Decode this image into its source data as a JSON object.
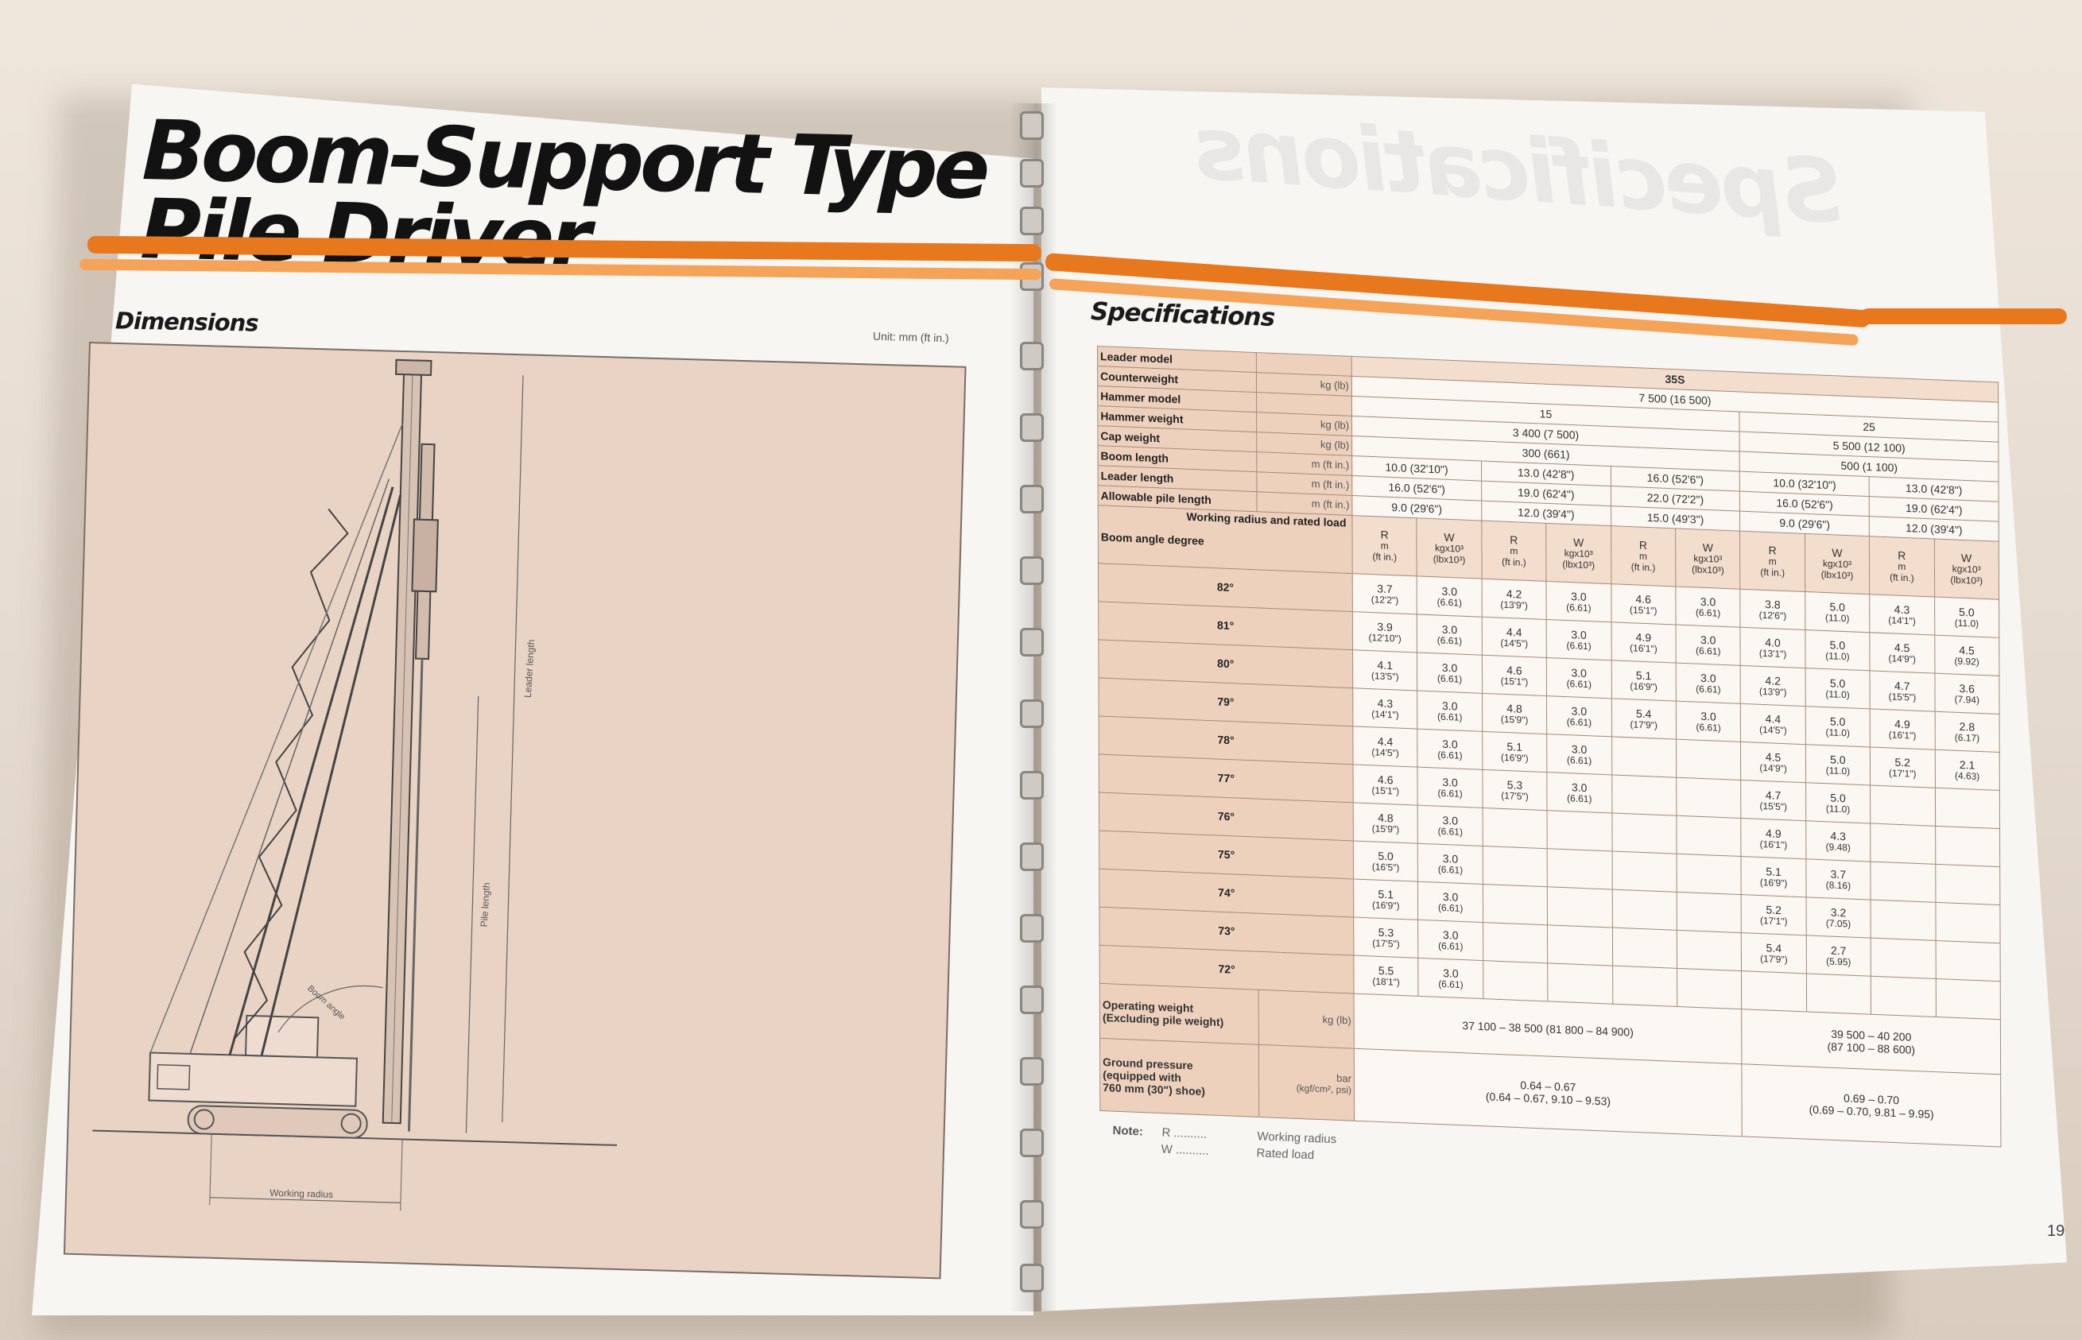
{
  "brochure": {
    "title": "Boom-Support Type\nPile Driver",
    "page_number": "19",
    "accent_colors": {
      "orange": "#e8781e",
      "light_orange": "#f4a358",
      "drawing_background": "#e9d3c5"
    }
  },
  "dimensions": {
    "heading": "Dimensions",
    "unit": "Unit: mm (ft in.)",
    "drawing": {
      "description_icon": "crawler-pile-driver-drawing",
      "labels": {
        "leader_length": "Leader length",
        "pile_length": "Pile length",
        "working_radius": "Working radius",
        "boom_angle": "Boom angle"
      }
    }
  },
  "specifications": {
    "heading": "Specifications",
    "row_labels": {
      "leader_model": "Leader model",
      "counterweight": "Counterweight",
      "hammer_model": "Hammer model",
      "hammer_weight": "Hammer weight",
      "cap_weight": "Cap weight",
      "boom_length": "Boom length",
      "leader_length": "Leader length",
      "allowable_pile_length": "Allowable pile length",
      "working_radius_load": "Working radius and rated load",
      "boom_angle_degree": "Boom angle degree",
      "operating_weight": "Operating weight",
      "operating_weight_sub": "(Excluding pile weight)",
      "ground_pressure": "Ground pressure",
      "ground_pressure_sub": "(equipped with",
      "ground_pressure_sub2": "760 mm (30\") shoe)"
    },
    "units": {
      "counterweight": "kg (lb)",
      "hammer_weight": "kg (lb)",
      "cap_weight": "kg (lb)",
      "boom_length": "m (ft in.)",
      "leader_length": "m (ft in.)",
      "allowable_pile_length": "m (ft in.)",
      "operating_weight": "kg (lb)",
      "ground_pressure": "bar",
      "ground_pressure_alt": "(kgf/cm², psi)"
    },
    "values": {
      "leader_model": "35S",
      "counterweight": "7 500 (16 500)",
      "hammer_models": [
        "15",
        "25"
      ],
      "hammer_weights": [
        "3 400 (7 500)",
        "5 500 (12 100)"
      ],
      "cap_weights": [
        "300 (661)",
        "500 (1 100)"
      ],
      "boom_lengths": [
        "10.0 (32'10\")",
        "13.0 (42'8\")",
        "16.0 (52'6\")",
        "10.0 (32'10\")",
        "13.0 (42'8\")"
      ],
      "leader_lengths": [
        "16.0 (52'6\")",
        "19.0 (62'4\")",
        "22.0 (72'2\")",
        "16.0 (52'6\")",
        "19.0 (62'4\")"
      ],
      "pile_lengths": [
        "9.0 (29'6\")",
        "12.0 (39'4\")",
        "15.0 (49'3\")",
        "9.0 (29'6\")",
        "12.0 (39'4\")"
      ]
    },
    "rw_header": {
      "r": "R",
      "r_unit": "m",
      "r_alt": "(ft in.)",
      "w": "W",
      "w_unit": "kgx10³",
      "w_alt": "(lbx10³)"
    },
    "load_rows": [
      {
        "angle": "82°",
        "cells": [
          [
            "3.7",
            "(12'2\")"
          ],
          [
            "3.0",
            "(6.61)"
          ],
          [
            "4.2",
            "(13'9\")"
          ],
          [
            "3.0",
            "(6.61)"
          ],
          [
            "4.6",
            "(15'1\")"
          ],
          [
            "3.0",
            "(6.61)"
          ],
          [
            "3.8",
            "(12'6\")"
          ],
          [
            "5.0",
            "(11.0)"
          ],
          [
            "4.3",
            "(14'1\")"
          ],
          [
            "5.0",
            "(11.0)"
          ]
        ]
      },
      {
        "angle": "81°",
        "cells": [
          [
            "3.9",
            "(12'10\")"
          ],
          [
            "3.0",
            "(6.61)"
          ],
          [
            "4.4",
            "(14'5\")"
          ],
          [
            "3.0",
            "(6.61)"
          ],
          [
            "4.9",
            "(16'1\")"
          ],
          [
            "3.0",
            "(6.61)"
          ],
          [
            "4.0",
            "(13'1\")"
          ],
          [
            "5.0",
            "(11.0)"
          ],
          [
            "4.5",
            "(14'9\")"
          ],
          [
            "4.5",
            "(9.92)"
          ]
        ]
      },
      {
        "angle": "80°",
        "cells": [
          [
            "4.1",
            "(13'5\")"
          ],
          [
            "3.0",
            "(6.61)"
          ],
          [
            "4.6",
            "(15'1\")"
          ],
          [
            "3.0",
            "(6.61)"
          ],
          [
            "5.1",
            "(16'9\")"
          ],
          [
            "3.0",
            "(6.61)"
          ],
          [
            "4.2",
            "(13'9\")"
          ],
          [
            "5.0",
            "(11.0)"
          ],
          [
            "4.7",
            "(15'5\")"
          ],
          [
            "3.6",
            "(7.94)"
          ]
        ]
      },
      {
        "angle": "79°",
        "cells": [
          [
            "4.3",
            "(14'1\")"
          ],
          [
            "3.0",
            "(6.61)"
          ],
          [
            "4.8",
            "(15'9\")"
          ],
          [
            "3.0",
            "(6.61)"
          ],
          [
            "5.4",
            "(17'9\")"
          ],
          [
            "3.0",
            "(6.61)"
          ],
          [
            "4.4",
            "(14'5\")"
          ],
          [
            "5.0",
            "(11.0)"
          ],
          [
            "4.9",
            "(16'1\")"
          ],
          [
            "2.8",
            "(6.17)"
          ]
        ]
      },
      {
        "angle": "78°",
        "cells": [
          [
            "4.4",
            "(14'5\")"
          ],
          [
            "3.0",
            "(6.61)"
          ],
          [
            "5.1",
            "(16'9\")"
          ],
          [
            "3.0",
            "(6.61)"
          ],
          [
            "",
            ""
          ],
          [
            "",
            ""
          ],
          [
            "4.5",
            "(14'9\")"
          ],
          [
            "5.0",
            "(11.0)"
          ],
          [
            "5.2",
            "(17'1\")"
          ],
          [
            "2.1",
            "(4.63)"
          ]
        ]
      },
      {
        "angle": "77°",
        "cells": [
          [
            "4.6",
            "(15'1\")"
          ],
          [
            "3.0",
            "(6.61)"
          ],
          [
            "5.3",
            "(17'5\")"
          ],
          [
            "3.0",
            "(6.61)"
          ],
          [
            "",
            ""
          ],
          [
            "",
            ""
          ],
          [
            "4.7",
            "(15'5\")"
          ],
          [
            "5.0",
            "(11.0)"
          ],
          [
            "",
            ""
          ],
          [
            "",
            ""
          ]
        ]
      },
      {
        "angle": "76°",
        "cells": [
          [
            "4.8",
            "(15'9\")"
          ],
          [
            "3.0",
            "(6.61)"
          ],
          [
            "",
            ""
          ],
          [
            "",
            ""
          ],
          [
            "",
            ""
          ],
          [
            "",
            ""
          ],
          [
            "4.9",
            "(16'1\")"
          ],
          [
            "4.3",
            "(9.48)"
          ],
          [
            "",
            ""
          ],
          [
            "",
            ""
          ]
        ]
      },
      {
        "angle": "75°",
        "cells": [
          [
            "5.0",
            "(16'5\")"
          ],
          [
            "3.0",
            "(6.61)"
          ],
          [
            "",
            ""
          ],
          [
            "",
            ""
          ],
          [
            "",
            ""
          ],
          [
            "",
            ""
          ],
          [
            "5.1",
            "(16'9\")"
          ],
          [
            "3.7",
            "(8.16)"
          ],
          [
            "",
            ""
          ],
          [
            "",
            ""
          ]
        ]
      },
      {
        "angle": "74°",
        "cells": [
          [
            "5.1",
            "(16'9\")"
          ],
          [
            "3.0",
            "(6.61)"
          ],
          [
            "",
            ""
          ],
          [
            "",
            ""
          ],
          [
            "",
            ""
          ],
          [
            "",
            ""
          ],
          [
            "5.2",
            "(17'1\")"
          ],
          [
            "3.2",
            "(7.05)"
          ],
          [
            "",
            ""
          ],
          [
            "",
            ""
          ]
        ]
      },
      {
        "angle": "73°",
        "cells": [
          [
            "5.3",
            "(17'5\")"
          ],
          [
            "3.0",
            "(6.61)"
          ],
          [
            "",
            ""
          ],
          [
            "",
            ""
          ],
          [
            "",
            ""
          ],
          [
            "",
            ""
          ],
          [
            "5.4",
            "(17'9\")"
          ],
          [
            "2.7",
            "(5.95)"
          ],
          [
            "",
            ""
          ],
          [
            "",
            ""
          ]
        ]
      },
      {
        "angle": "72°",
        "cells": [
          [
            "5.5",
            "(18'1\")"
          ],
          [
            "3.0",
            "(6.61)"
          ],
          [
            "",
            ""
          ],
          [
            "",
            ""
          ],
          [
            "",
            ""
          ],
          [
            "",
            ""
          ],
          [
            "",
            ""
          ],
          [
            "",
            ""
          ],
          [
            "",
            ""
          ],
          [
            "",
            ""
          ]
        ]
      }
    ],
    "operating_weight": [
      "37 100 – 38 500 (81 800 – 84 900)",
      "39 500 – 40 200",
      "(87 100 – 88 600)"
    ],
    "ground_pressure": [
      "0.64 – 0.67",
      "(0.64 – 0.67, 9.10 – 9.53)",
      "0.69 – 0.70",
      "(0.69 – 0.70, 9.81 – 9.95)"
    ],
    "note": {
      "label": "Note:",
      "r_key": "R ..........",
      "r_val": "Working radius",
      "w_key": "W ..........",
      "w_val": "Rated load"
    }
  }
}
